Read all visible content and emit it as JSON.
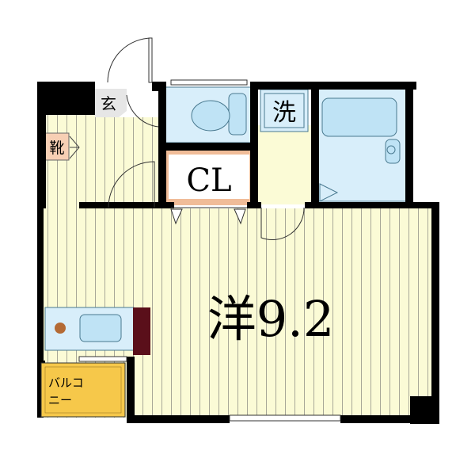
{
  "rooms": {
    "entrance": "玄",
    "shoe_box": "靴",
    "laundry": "洗",
    "closet": "CL",
    "western_room": "洋9.2",
    "balcony_line1": "バルコ",
    "balcony_line2": "ニー"
  },
  "colors": {
    "floor_stripe": "#fbfbd6",
    "floor_line": "#a8a898",
    "wall": "#000000",
    "wet_area": "#d8eefa",
    "closet_border": "#f0bc98",
    "balcony": "#f6c84a",
    "shoe_box": "#f7cfb4",
    "kitchen_counter": "#5a0f1a",
    "stove_knob": "#b46a34"
  }
}
